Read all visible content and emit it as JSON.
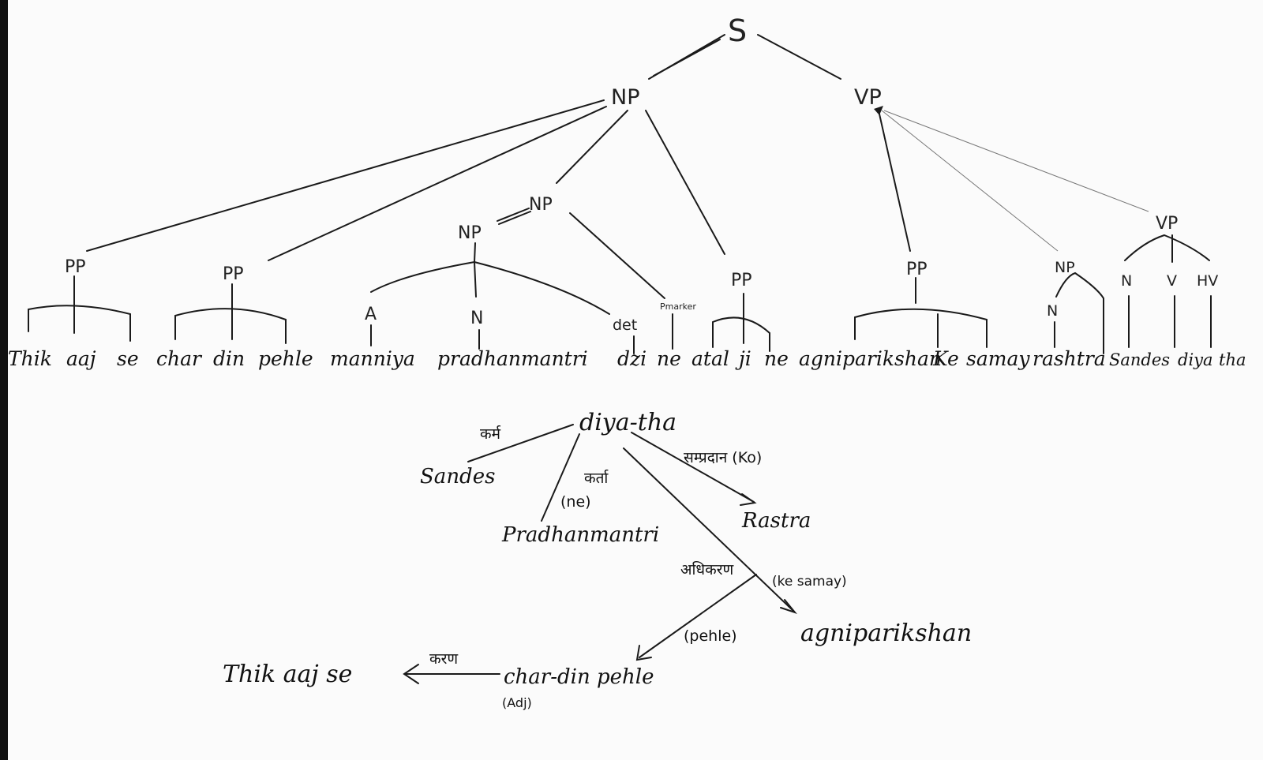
{
  "tree": {
    "root": "S",
    "np_main": "NP",
    "vp_main": "VP",
    "np_mid": "NP",
    "np_inner": "NP",
    "pp1": "PP",
    "pp2": "PP",
    "pp3": "PP",
    "pp4": "PP",
    "np_right": "NP",
    "vp_right": "VP",
    "a": "A",
    "n_mid": "N",
    "det": "det",
    "pmarker": "Pmarker",
    "n_right": "N",
    "n_vp": "N",
    "v_vp": "V",
    "hv_vp": "HV"
  },
  "words": {
    "w1": "Thik",
    "w2": "aaj",
    "w3": "se",
    "w4": "char",
    "w5": "din",
    "w6": "pehle",
    "w7": "manniya",
    "w8": "pradhanmantri",
    "w9": "dzi",
    "w10": "ne",
    "w11": "atal",
    "w12": "ji",
    "w13": "ne",
    "w14": "agniparikshan",
    "w15": "Ke",
    "w16": "samay",
    "w17": "rashtra",
    "w18": "Sandes",
    "w19": "diya",
    "w20": "tha"
  },
  "dependency": {
    "root": "diya-tha",
    "karma_rel": "कर्म",
    "karma_word": "Sandes",
    "karta_rel": "कर्ता",
    "karta_marker": "(ne)",
    "karta_word": "Pradhanmantri",
    "sampradan_rel": "सम्प्रदान (Ko)",
    "sampradan_word": "Rastra",
    "adhikaran_rel": "अधिकरण",
    "adhikaran_marker": "(ke samay)",
    "adhikaran_word": "agniparikshan",
    "pehle_marker": "(pehle)",
    "char_word": "char-din pehle",
    "adj_marker": "(Adj)",
    "karan_rel": "करण",
    "karan_word": "Thik aaj se"
  }
}
